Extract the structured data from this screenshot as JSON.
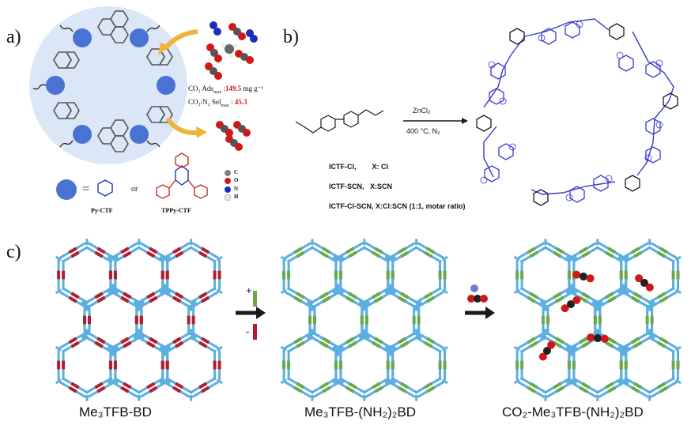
{
  "panel_a": {
    "label": "a)",
    "co2_ads_text": "CO₂ Ads",
    "co2_ads_sub": "max",
    "co2_ads_value": "149.5",
    "co2_ads_unit": "mg g⁻¹",
    "sel_text": "CO₂/N₂ Sel",
    "sel_sub": "max",
    "sel_value": "45.3",
    "equals": "=",
    "or": "or",
    "py_ctf": "Py-CTF",
    "tppy_ctf": "TPPy-CTF",
    "legend": [
      {
        "symbol": "C",
        "color": "#808080"
      },
      {
        "symbol": "O",
        "color": "#d01818"
      },
      {
        "symbol": "N",
        "color": "#1d2fb8"
      },
      {
        "symbol": "H",
        "color": "#e6e6e6"
      }
    ]
  },
  "panel_b": {
    "label": "b)",
    "reagent": "ZnCl₂",
    "conditions": "400 °C,  N₂",
    "products": [
      "ICTF-Cl,        X: Cl",
      "ICTF-SCN,   X:SCN",
      "ICTF-Cl-SCN, X:Cl:SCN (1:1, motar ratio)"
    ]
  },
  "panel_c": {
    "label": "c)",
    "plus": "+",
    "minus": "-",
    "captions": [
      "Me₃TFB-BD",
      "Me₃TFB-(NH₂)₂BD",
      "CO₂-Me₃TFB-(NH₂)₂BD"
    ]
  },
  "colors": {
    "framework": "#5aaee0",
    "linker_red": "#b01e2e",
    "linker_green": "#6aa84f",
    "node_blue": "#4a72d4",
    "bond": "#4040c8",
    "arrow": "#1a1a1a",
    "oxygen": "#d01818",
    "carbon": "#222222"
  }
}
